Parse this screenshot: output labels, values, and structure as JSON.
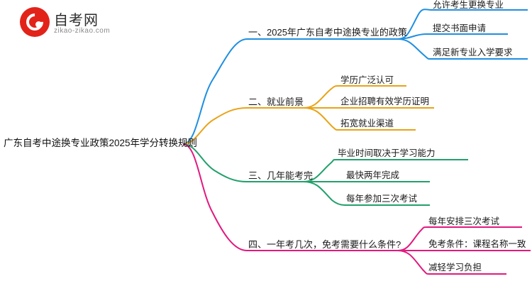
{
  "logo": {
    "brand_name": "自考网",
    "domain_text": "zikao-zikao.com",
    "mark_color": "#e2231a"
  },
  "mindmap": {
    "root": {
      "label": "广东自考中途换专业政策2025年学分转换规则"
    },
    "branches": [
      {
        "label": "一、2025年广东自考中途换专业的政策",
        "color": "#1f8fe0",
        "children": [
          {
            "label": "允许考生更换专业"
          },
          {
            "label": "提交书面申请"
          },
          {
            "label": "满足新专业入学要求"
          }
        ]
      },
      {
        "label": "二、就业前景",
        "color": "#e8a317",
        "children": [
          {
            "label": "学历广泛认可"
          },
          {
            "label": "企业招聘有效学历证明"
          },
          {
            "label": "拓宽就业渠道"
          }
        ]
      },
      {
        "label": "三、几年能考完",
        "color": "#22a06b",
        "children": [
          {
            "label": "毕业时间取决于学习能力"
          },
          {
            "label": "最快两年完成"
          },
          {
            "label": "每年参加三次考试"
          }
        ]
      },
      {
        "label": "四、一年考几次，免考需要什么条件?",
        "color": "#e2197f",
        "children": [
          {
            "label": "每年安排三次考试"
          },
          {
            "label": "免考条件：课程名称一致"
          },
          {
            "label": "减轻学习负担"
          }
        ]
      }
    ]
  }
}
